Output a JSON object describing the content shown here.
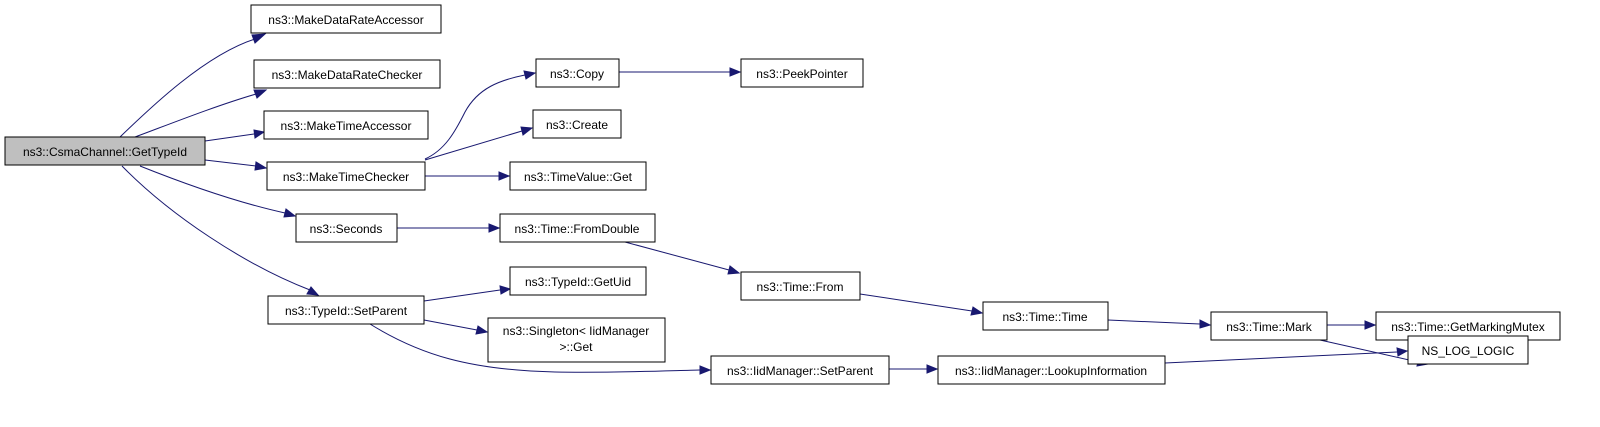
{
  "colors": {
    "edge": "#191970",
    "root_fill": "#bfbfbf",
    "node_fill": "#ffffff",
    "border": "#000000"
  },
  "nodes": {
    "root": {
      "label": "ns3::CsmaChannel::GetTypeId"
    },
    "make_data_rate_accessor": {
      "label": "ns3::MakeDataRateAccessor"
    },
    "make_data_rate_checker": {
      "label": "ns3::MakeDataRateChecker"
    },
    "make_time_accessor": {
      "label": "ns3::MakeTimeAccessor"
    },
    "make_time_checker": {
      "label": "ns3::MakeTimeChecker"
    },
    "seconds": {
      "label": "ns3::Seconds"
    },
    "typeid_set_parent": {
      "label": "ns3::TypeId::SetParent"
    },
    "copy": {
      "label": "ns3::Copy"
    },
    "peek_pointer": {
      "label": "ns3::PeekPointer"
    },
    "create": {
      "label": "ns3::Create"
    },
    "timevalue_get": {
      "label": "ns3::TimeValue::Get"
    },
    "time_from_double": {
      "label": "ns3::Time::FromDouble"
    },
    "typeid_get_uid": {
      "label": "ns3::TypeId::GetUid"
    },
    "singleton_get": {
      "label_line1": "ns3::Singleton< IidManager",
      "label_line2": ">::Get"
    },
    "time_from": {
      "label": "ns3::Time::From"
    },
    "time_time": {
      "label": "ns3::Time::Time"
    },
    "time_mark": {
      "label": "ns3::Time::Mark"
    },
    "time_get_marking_mutex": {
      "label": "ns3::Time::GetMarkingMutex"
    },
    "ns_log_logic": {
      "label": "NS_LOG_LOGIC"
    },
    "iidmanager_set_parent": {
      "label": "ns3::IidManager::SetParent"
    },
    "iidmanager_lookup_information": {
      "label": "ns3::IidManager::LookupInformation"
    }
  },
  "edges": [
    [
      "root",
      "make_data_rate_accessor"
    ],
    [
      "root",
      "make_data_rate_checker"
    ],
    [
      "root",
      "make_time_accessor"
    ],
    [
      "root",
      "make_time_checker"
    ],
    [
      "root",
      "seconds"
    ],
    [
      "root",
      "typeid_set_parent"
    ],
    [
      "make_time_checker",
      "copy"
    ],
    [
      "make_time_checker",
      "create"
    ],
    [
      "make_time_checker",
      "timevalue_get"
    ],
    [
      "copy",
      "peek_pointer"
    ],
    [
      "seconds",
      "time_from_double"
    ],
    [
      "time_from_double",
      "time_from"
    ],
    [
      "time_from",
      "time_time"
    ],
    [
      "time_time",
      "time_mark"
    ],
    [
      "time_mark",
      "time_get_marking_mutex"
    ],
    [
      "time_mark",
      "ns_log_logic"
    ],
    [
      "typeid_set_parent",
      "typeid_get_uid"
    ],
    [
      "typeid_set_parent",
      "singleton_get"
    ],
    [
      "typeid_set_parent",
      "iidmanager_set_parent"
    ],
    [
      "iidmanager_set_parent",
      "iidmanager_lookup_information"
    ],
    [
      "iidmanager_lookup_information",
      "ns_log_logic"
    ]
  ]
}
